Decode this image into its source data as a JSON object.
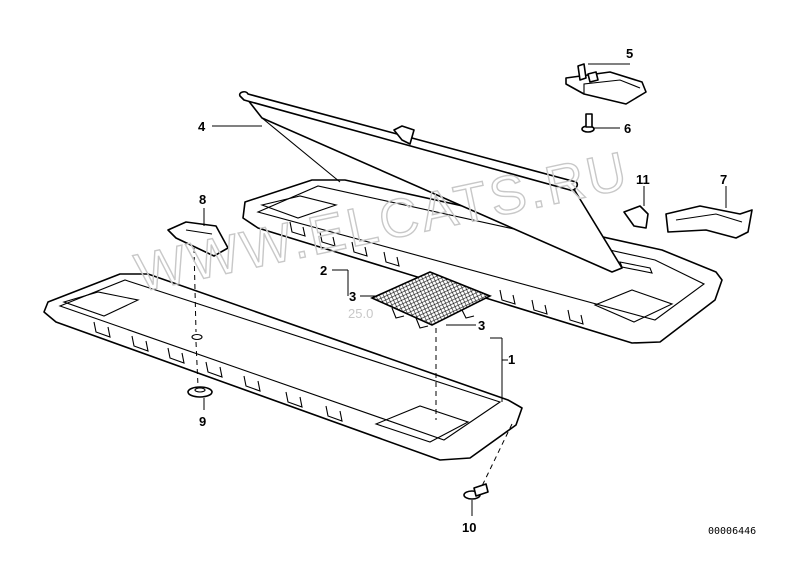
{
  "watermark": {
    "main": "WWW.ELCATS.RU",
    "date": "25.0"
  },
  "callouts": {
    "c1": "1",
    "c2": "2",
    "c3a": "3",
    "c3b": "3",
    "c4": "4",
    "c5": "5",
    "c6": "6",
    "c7": "7",
    "c8": "8",
    "c9": "9",
    "c10": "10",
    "c11": "11"
  },
  "reference_number": "00006446"
}
